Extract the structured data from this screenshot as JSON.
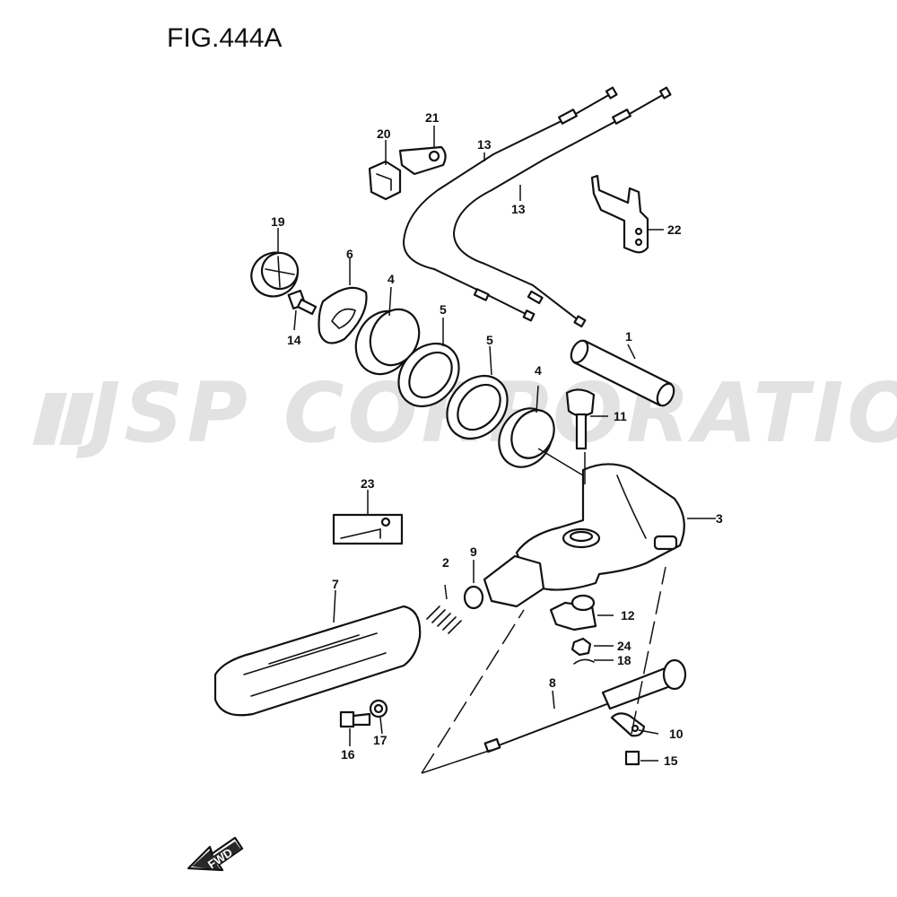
{
  "figure": {
    "title": "FIG.444A"
  },
  "watermark": {
    "text": "JSP CORPORATION"
  },
  "fwd_arrow": {
    "label": "FWD"
  },
  "callouts": {
    "c1": "1",
    "c2": "2",
    "c3": "3",
    "c4a": "4",
    "c4b": "4",
    "c5a": "5",
    "c5b": "5",
    "c6": "6",
    "c7": "7",
    "c8": "8",
    "c9": "9",
    "c10": "10",
    "c11": "11",
    "c12": "12",
    "c13a": "13",
    "c13b": "13",
    "c14": "14",
    "c15": "15",
    "c16": "16",
    "c17": "17",
    "c18": "18",
    "c19": "19",
    "c20": "20",
    "c21": "21",
    "c22": "22",
    "c23": "23",
    "c24": "24"
  },
  "colors": {
    "line": "#111111",
    "background": "#ffffff",
    "watermark": "#d9d9d9"
  }
}
